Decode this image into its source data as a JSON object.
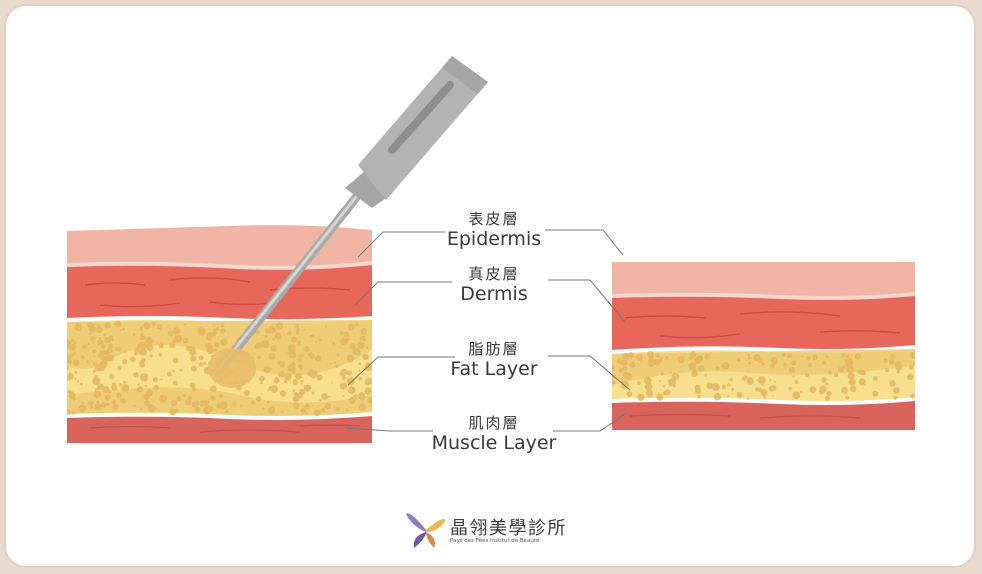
{
  "layers": [
    {
      "id": "epidermis",
      "zh": "表皮層",
      "en": "Epidermis"
    },
    {
      "id": "dermis",
      "zh": "真皮層",
      "en": "Dermis"
    },
    {
      "id": "fat",
      "zh": "脂肪層",
      "en": "Fat Layer"
    },
    {
      "id": "muscle",
      "zh": "肌肉層",
      "en": "Muscle Layer"
    }
  ],
  "logo": {
    "name": "晶翎美學診所",
    "tagline": "Pays des Fées Institut de Beauté"
  },
  "colors": {
    "epidermis": "#efb4a2",
    "dermis": "#e7685a",
    "fat": "#f7df8e",
    "fat_dots": "#e8bd6a",
    "muscle": "#d9645c",
    "frame": "#e3cfc4",
    "leader": "#777777"
  }
}
